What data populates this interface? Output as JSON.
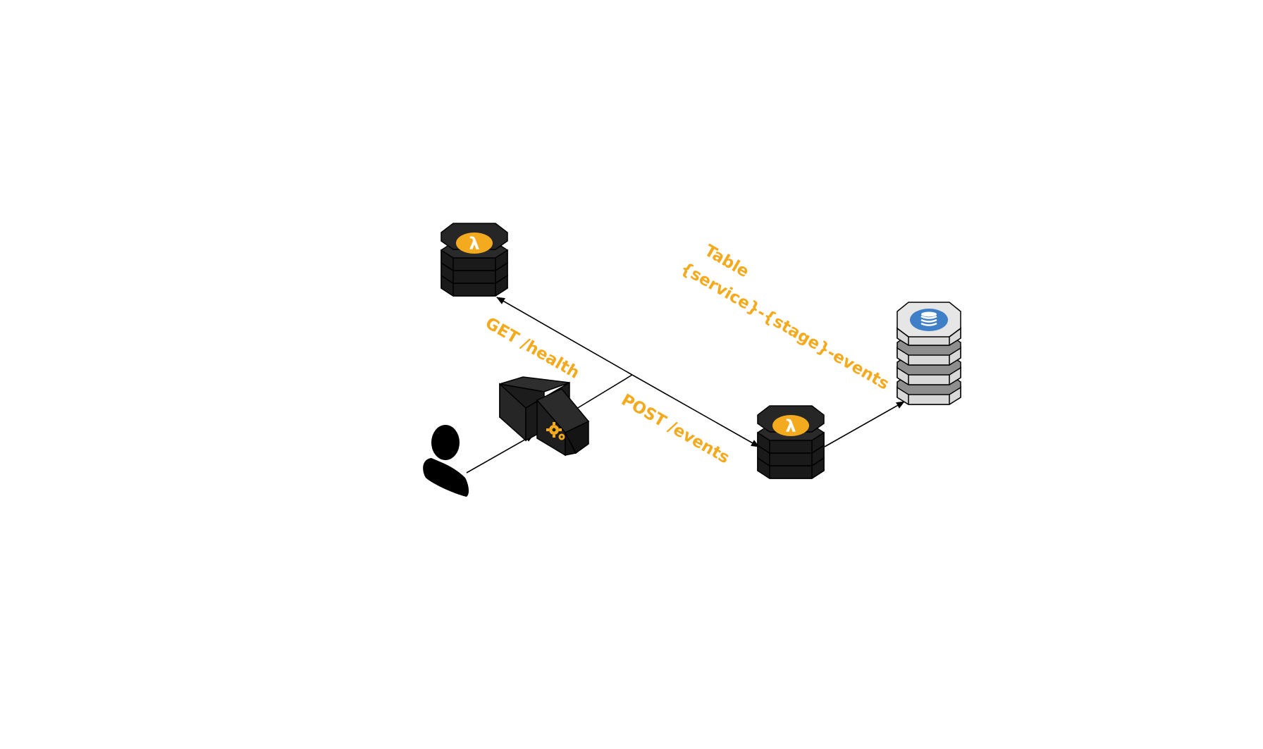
{
  "diagram": {
    "labels": {
      "get_health": "GET /health",
      "post_events": "POST /events",
      "table_title": "Table",
      "table_name": "{service}-{stage}-events"
    },
    "nodes": [
      {
        "id": "user",
        "icon": "user-icon"
      },
      {
        "id": "api-gateway",
        "icon": "api-gateway-icon"
      },
      {
        "id": "health-function",
        "icon": "lambda-icon"
      },
      {
        "id": "events-function",
        "icon": "lambda-icon"
      },
      {
        "id": "events-table",
        "icon": "dynamodb-icon"
      }
    ],
    "edges": [
      {
        "from": "user",
        "to": "api-gateway"
      },
      {
        "from": "api-gateway",
        "to": "health-function",
        "label": "GET /health"
      },
      {
        "from": "api-gateway",
        "to": "events-function",
        "label": "POST /events"
      },
      {
        "from": "events-function",
        "to": "events-table"
      }
    ],
    "colors": {
      "accent": "#F3AA1E",
      "node_dark": "#1e1e1e",
      "node_light": "#d8d8d8",
      "dynamodb_blue": "#3F7FC7",
      "line": "#000000"
    }
  }
}
